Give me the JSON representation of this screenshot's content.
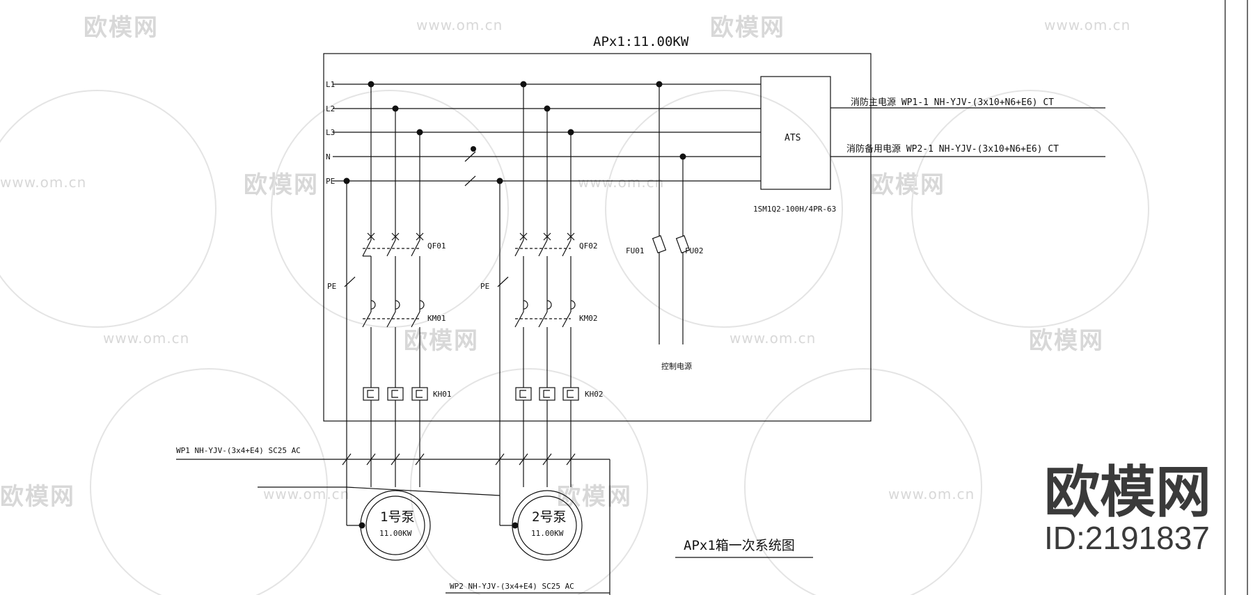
{
  "title": "APx1:11.00KW",
  "bus_labels": [
    "L1",
    "L2",
    "L3",
    "N",
    "PE"
  ],
  "ats": {
    "label": "ATS",
    "model": "1SM1Q2-100H/4PR-63"
  },
  "feeders": {
    "main": "消防主电源 WP1-1 NH-YJV-(3x10+N6+E6) CT",
    "backup": "消防备用电源 WP2-1 NH-YJV-(3x10+N6+E6) CT"
  },
  "devices": {
    "qf1": "QF01",
    "qf2": "QF02",
    "km1": "KM01",
    "km2": "KM02",
    "kh1": "KH01",
    "kh2": "KH02",
    "fu1": "FU01",
    "fu2": "FU02",
    "pe1": "PE",
    "pe2": "PE",
    "control": "控制电源"
  },
  "cables": {
    "wp1": "WP1 NH-YJV-(3x4+E4) SC25 AC",
    "wp2": "WP2 NH-YJV-(3x4+E4) SC25 AC"
  },
  "pumps": [
    {
      "name": "1号泵",
      "power": "11.00KW"
    },
    {
      "name": "2号泵",
      "power": "11.00KW"
    }
  ],
  "diagram_caption": "APx1箱一次系统图",
  "watermark": {
    "logo": "欧模网",
    "url": "www.om.cn"
  },
  "brand": {
    "logo": "欧模网",
    "id": "ID:2191837"
  }
}
